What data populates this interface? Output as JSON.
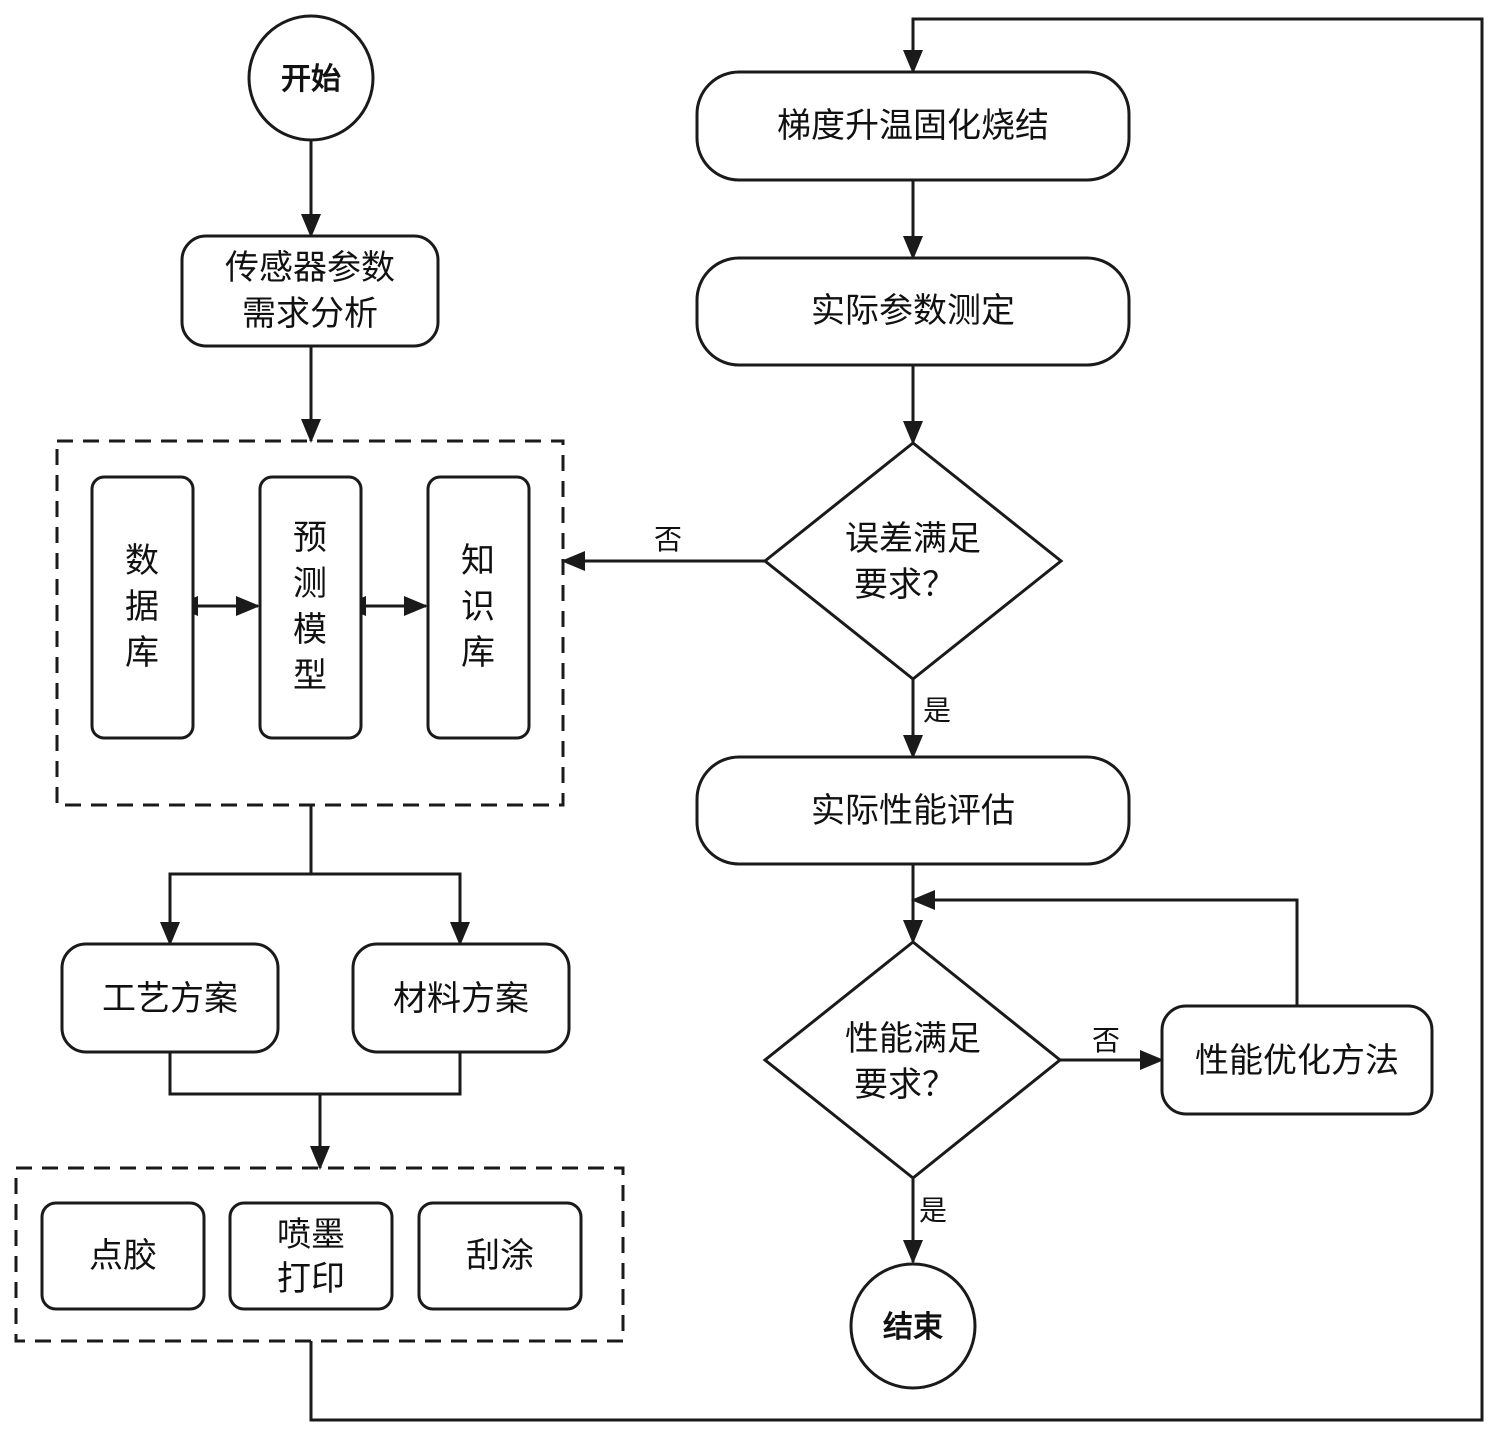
{
  "nodes": {
    "start": "开始",
    "requirement": [
      "传感器参数",
      "需求分析"
    ],
    "database": [
      "数",
      "据",
      "库"
    ],
    "prediction_model": [
      "预",
      "测",
      "模",
      "型"
    ],
    "knowledge_base": [
      "知",
      "识",
      "库"
    ],
    "process_plan": "工艺方案",
    "material_plan": "材料方案",
    "dispensing": "点胶",
    "inkjet": [
      "喷墨",
      "打印"
    ],
    "scraping": "刮涂",
    "sintering": "梯度升温固化烧结",
    "measure": "实际参数测定",
    "error_check": [
      "误差满足",
      "要求？"
    ],
    "performance_eval": "实际性能评估",
    "performance_check": [
      "性能满足",
      "要求？"
    ],
    "optimization": "性能优化方法",
    "end": "结束"
  },
  "edge_labels": {
    "error_no": "否",
    "error_yes": "是",
    "perf_no": "否",
    "perf_yes": "是"
  }
}
